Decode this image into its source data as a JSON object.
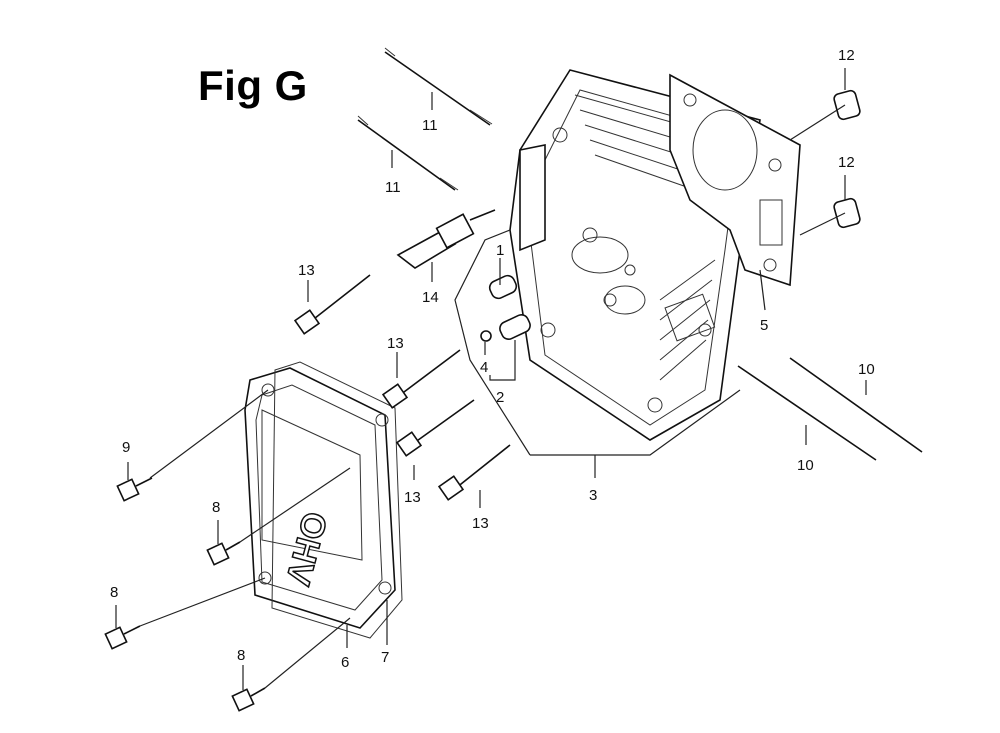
{
  "figure": {
    "title": "Fig G"
  },
  "callouts": {
    "c1": "1",
    "c2": "2",
    "c3": "3",
    "c4": "4",
    "c5": "5",
    "c6": "6",
    "c7": "7",
    "c8a": "8",
    "c8b": "8",
    "c8c": "8",
    "c9": "9",
    "c10a": "10",
    "c10b": "10",
    "c11a": "11",
    "c11b": "11",
    "c12a": "12",
    "c12b": "12",
    "c13a": "13",
    "c13b": "13",
    "c13c": "13",
    "c13d": "13",
    "c14": "14"
  },
  "cover_text": "OHV"
}
